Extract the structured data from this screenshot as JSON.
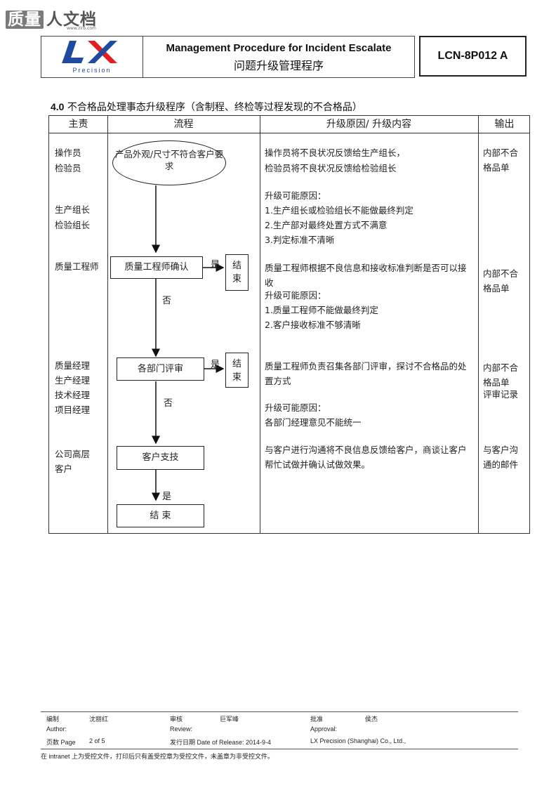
{
  "watermark": {
    "brand_box": "质量",
    "brand_text": "人文档",
    "url": "www.zlrb.com"
  },
  "header": {
    "logo_text": "LX",
    "logo_sub": "Precision",
    "title_en": "Management Procedure for Incident Escalate",
    "title_zh": "问题升级管理程序",
    "doc_no": "LCN-8P012 A"
  },
  "section": {
    "number": "4.0",
    "title": "不合格品处理事态升级程序（含制程、终检等过程发现的不合格品）"
  },
  "table": {
    "headers": [
      "主责",
      "流程",
      "升级原因/ 升级内容",
      "输出"
    ],
    "roles": {
      "r1a": "操作员",
      "r1b": "检验员",
      "r2a": "生产组长",
      "r2b": "检验组长",
      "r3": "质量工程师",
      "r4a": "质量经理",
      "r4b": "生产经理",
      "r4c": "技术经理",
      "r4d": "项目经理",
      "r5a": "公司高层",
      "r5b": "客户"
    },
    "desc": {
      "d1a": "操作员将不良状况反馈给生产组长，",
      "d1b": "检验员将不良状况反馈给检验组长",
      "d2": "升级可能原因：",
      "d2a": "1.生产组长或检验组长不能做最终判定",
      "d2b": "2.生产部对最终处置方式不满意",
      "d2c": "3.判定标准不清晰",
      "d3": "质量工程师根据不良信息和接收标准判断是否可以接收",
      "d3h": "升级可能原因：",
      "d3a": "1.质量工程师不能做最终判定",
      "d3b": "2.客户接收标准不够清晰",
      "d4": "质量工程师负责召集各部门评审，探讨不合格品的处置方式",
      "d4h": "升级可能原因：",
      "d4a": "各部门经理意见不能统一",
      "d5": "与客户进行沟通将不良信息反馈给客户，商谈让客户帮忙试做并确认试做效果。"
    },
    "outputs": {
      "o1": "内部不合格品单",
      "o2": "内部不合格品单",
      "o3a": "内部不合格品单",
      "o3b": "评审记录",
      "o4": "与客户沟通的邮件"
    }
  },
  "flow": {
    "start": "产品外观/尺寸不符合客户要求",
    "step1": "质量工程师确认",
    "step2": "各部门评审",
    "step3": "客户支技",
    "end_label": "结束",
    "end_bottom": "结 束",
    "yes": "是",
    "no": "否"
  },
  "footer": {
    "compile_zh": "编制",
    "compile_name": "沈丽红",
    "review_zh": "审核",
    "review_name": "巨军峰",
    "approve_zh": "批准",
    "approve_name": "侯杰",
    "author": "Author:",
    "review": "Review:",
    "approval": "Approval:",
    "page_label": "页数 Page",
    "page_value": "2 of 5",
    "release": "发行日期 Date of Release: 2014-9-4",
    "company": "LX Precision (Shanghai) Co., Ltd.,",
    "note": "在 intranet 上为受控文件，打印后只有盖受控章为受控文件，未盖章为非受控文件。"
  }
}
